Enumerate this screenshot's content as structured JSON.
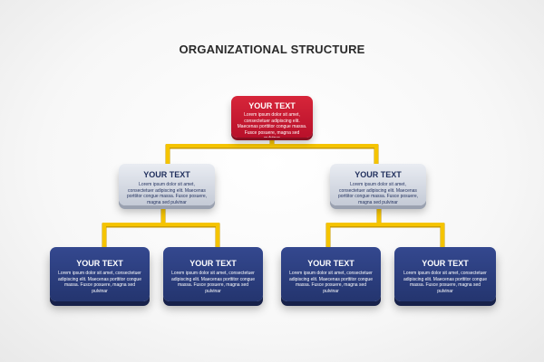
{
  "title": "ORGANIZATIONAL STRUCTURE",
  "colors": {
    "connector": "#f5c400",
    "top_box": "#c8182e",
    "middle_box": "#d6dbe4",
    "bottom_box": "#2c3e80"
  },
  "nodes": [
    {
      "heading": "YOUR TEXT",
      "body": "Lorem ipsum dolor sit amet, consectetuer adipiscing elit. Maecenas porttitor congue massa. Fusce posuere, magna sed pulvinar"
    },
    {
      "heading": "YOUR TEXT",
      "body": "Lorem ipsum dolor sit amet, consectetuer adipiscing elit. Maecenas porttitor congue massa. Fusce posuere, magna sed pulvinar"
    },
    {
      "heading": "YOUR TEXT",
      "body": "Lorem ipsum dolor sit amet, consectetuer adipiscing elit. Maecenas porttitor congue massa. Fusce posuere, magna sed pulvinar"
    },
    {
      "heading": "YOUR TEXT",
      "body": "Lorem ipsum dolor sit amet, consectetuer adipiscing elit. Maecenas porttitor congue massa. Fusce posuere, magna sed pulvinar"
    },
    {
      "heading": "YOUR TEXT",
      "body": "Lorem ipsum dolor sit amet, consectetuer adipiscing elit. Maecenas porttitor congue massa. Fusce posuere, magna sed pulvinar"
    },
    {
      "heading": "YOUR TEXT",
      "body": "Lorem ipsum dolor sit amet, consectetuer adipiscing elit. Maecenas porttitor congue massa. Fusce posuere, magna sed pulvinar"
    },
    {
      "heading": "YOUR TEXT",
      "body": "Lorem ipsum dolor sit amet, consectetuer adipiscing elit. Maecenas porttitor congue massa. Fusce posuere, magna sed pulvinar"
    }
  ]
}
